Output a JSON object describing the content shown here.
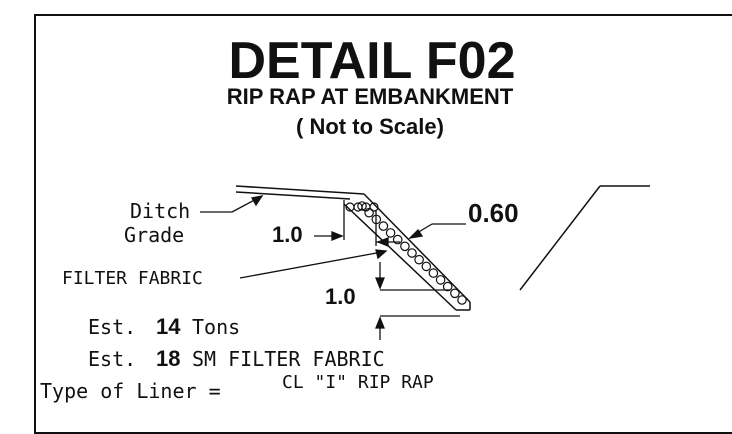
{
  "title": "DETAIL F02",
  "subtitle": "RIP RAP AT EMBANKMENT",
  "scale_note": "( Not to  Scale)",
  "labels": {
    "ditch_grade_1": "Ditch",
    "ditch_grade_2": "Grade",
    "dim_left": "1.0",
    "dim_thickness": "0.60",
    "filter_fabric": "FILTER FABRIC",
    "dim_depth": "1.0"
  },
  "estimates": {
    "tons_prefix": "Est.",
    "tons_value": "14",
    "tons_unit": "Tons",
    "fabric_prefix": "Est.",
    "fabric_value": "18",
    "fabric_unit": "SM FILTER FABRIC"
  },
  "liner": {
    "label": "Type of Liner =",
    "value": "CL \"I\" RIP RAP"
  }
}
